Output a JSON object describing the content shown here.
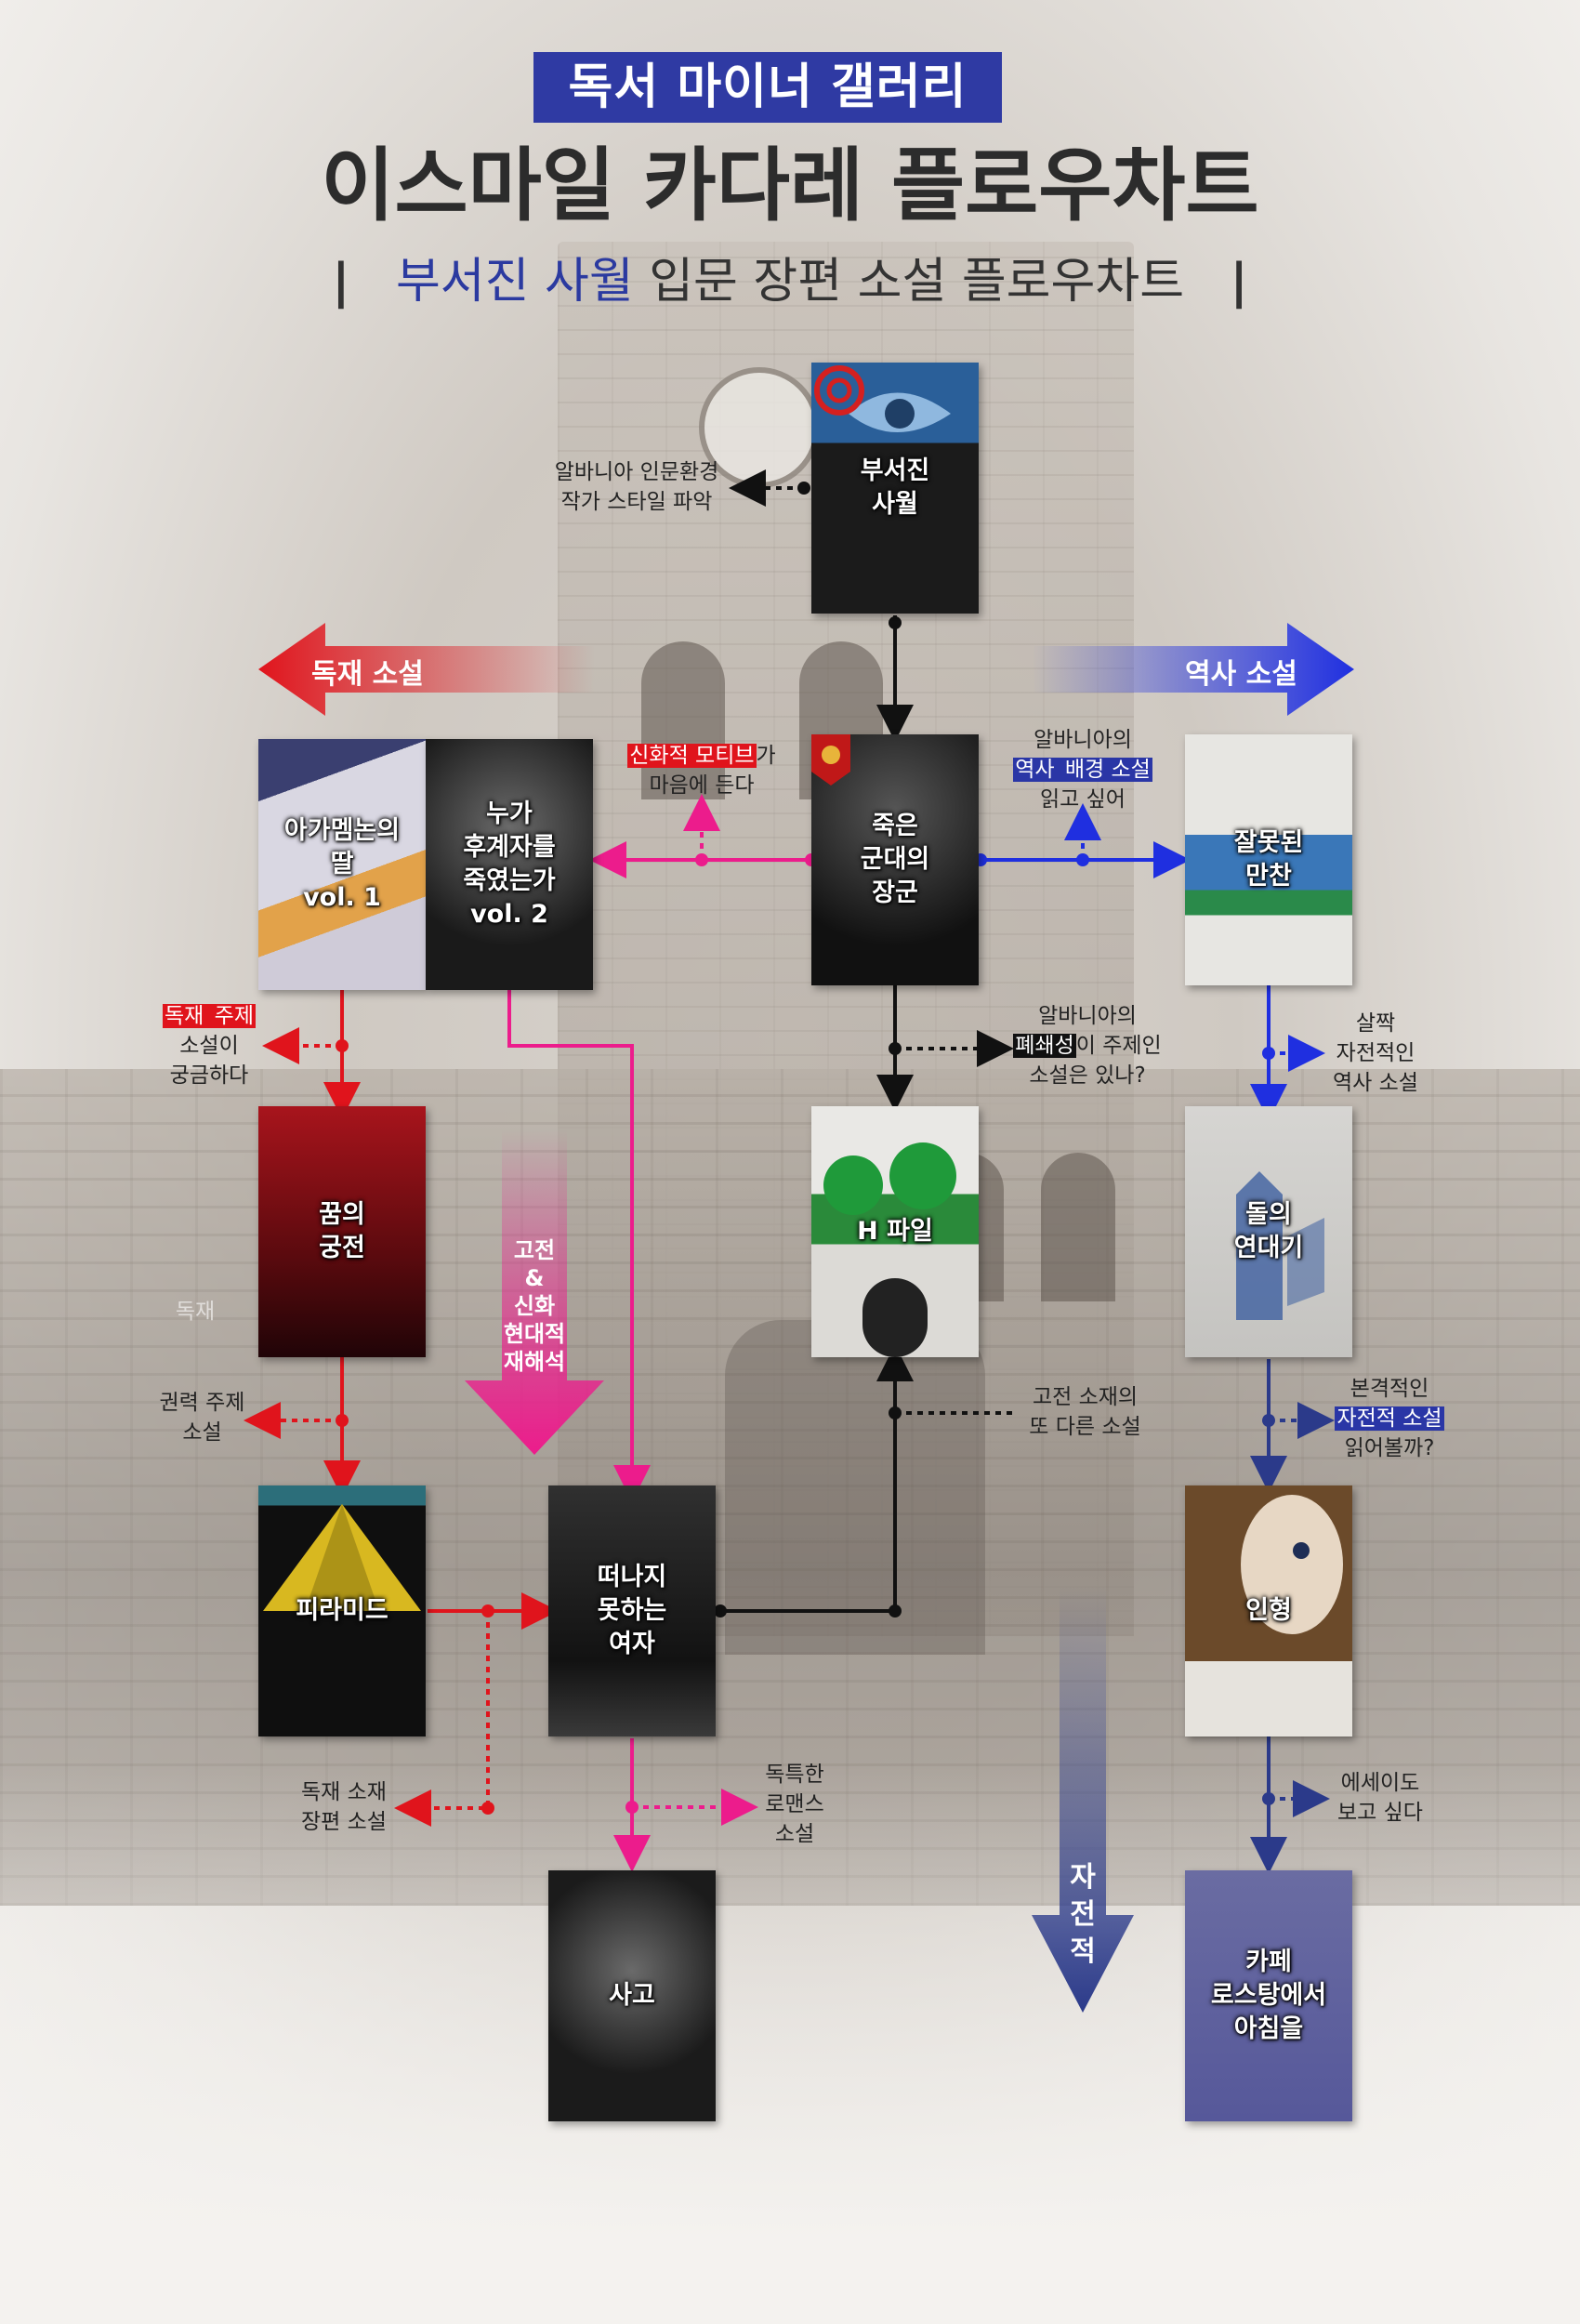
{
  "header": {
    "badge": "독서 마이너 갤러리",
    "title": "이스마일 카다레 플로우차트",
    "subtitle_bar_left": "|",
    "subtitle_highlight": "부서진 사월",
    "subtitle_rest": " 입문 장편 소설 플로우차트",
    "subtitle_bar_right": "|"
  },
  "categories": {
    "left": "독재 소설",
    "right": "역사 소설"
  },
  "books": {
    "broken_april": "부서진\n사월",
    "general": "죽은\n군대의\n장군",
    "agamemnon": "아가멤논의\n딸\nvol. 1",
    "successor": "누가\n후계자를\n죽였는가\nvol. 2",
    "wrong_dinner": "잘못된\n만찬",
    "palace_dreams": "꿈의\n궁전",
    "file_h": "H 파일",
    "stone_chronicle": "돌의\n연대기",
    "pyramid": "피라미드",
    "cannot_leave": "떠나지\n못하는\n여자",
    "doll": "인형",
    "accident": "사고",
    "cafe": "카페\n로스탕에서\n아침을"
  },
  "notes": {
    "n1_line1": "알바니아 인문환경",
    "n1_line2": "작가 스타일 파악",
    "n2_hl": "신화적 모티브",
    "n2_rest": "가",
    "n2_line2": "마음에 든다",
    "n3_line1": "알바니아의",
    "n3_hl": "역사",
    "n3_hl2": " 배경 소설",
    "n3_line3": "읽고 싶어",
    "n4_hl": "독재",
    "n4_hl2": " 주제",
    "n4_line2": "소설이",
    "n4_line3": "궁금하다",
    "n5_line1": "알바니아의",
    "n5_hl": "폐쇄성",
    "n5_rest": "이 주제인",
    "n5_line3": "소설은 있나?",
    "n6_line1": "살짝",
    "n6_line2": "자전적인",
    "n6_line3": "역사 소설",
    "n7_line1": "권력 주제",
    "n7_line2": "소설",
    "n8_line1": "고전 소재의",
    "n8_line2": "또 다른 소설",
    "n9_line1": "본격적인",
    "n9_hl": "자전적 소설",
    "n9_line3": "읽어볼까?",
    "n10_line1": "독재 소재",
    "n10_line2": "장편 소설",
    "n11_line1": "독특한",
    "n11_line2": "로맨스",
    "n11_line3": "소설",
    "n12_line1": "에세이도",
    "n12_line2": "보고 싶다",
    "small_dictator": "독재"
  },
  "vertical_labels": {
    "classic": "고전\n&\n신화\n현대적\n재해석",
    "autobio": "자\n전\n적"
  },
  "colors": {
    "red": "#e0141c",
    "pink": "#ec1c8c",
    "blue": "#1f2fe0",
    "navy": "#2b3a8a",
    "black": "#111111"
  }
}
